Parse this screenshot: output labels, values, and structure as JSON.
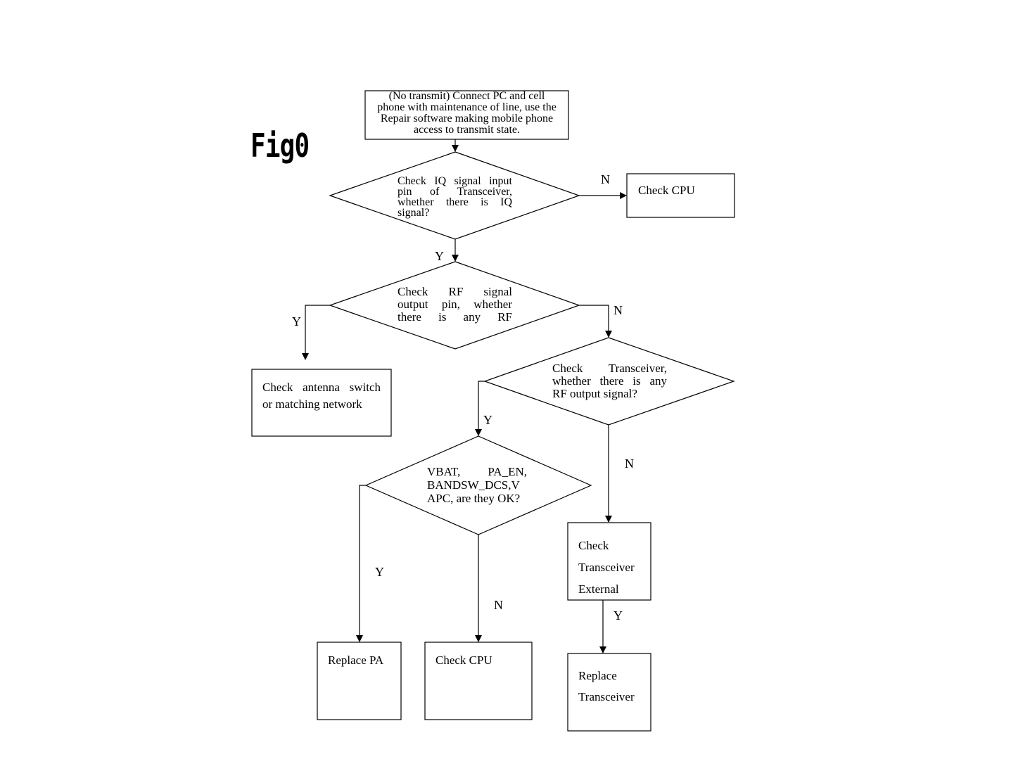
{
  "figure": {
    "fig_label": "Fig0"
  },
  "nodes": {
    "start": {
      "lines": [
        "(No transmit) Connect PC and cell",
        "phone with maintenance of line, use the",
        "Repair software making mobile phone",
        "access to transmit state."
      ]
    },
    "d1": {
      "lines": [
        "Check IQ signal input",
        "pin of Transceiver,",
        "whether there is IQ",
        "signal?"
      ]
    },
    "check_cpu_1": {
      "label": "Check CPU"
    },
    "d2": {
      "lines": [
        "Check RF signal",
        "output pin, whether",
        "there is any RF"
      ]
    },
    "antenna": {
      "lines": [
        "Check antenna switch",
        "or matching network"
      ]
    },
    "d3": {
      "lines": [
        "Check Transceiver,",
        "whether there is any",
        "RF output signal?"
      ]
    },
    "d4": {
      "lines": [
        "VBAT, PA_EN,",
        "BANDSW_DCS,V",
        "APC, are they OK?"
      ]
    },
    "ext": {
      "lines": [
        "Check",
        "Transceiver",
        "External"
      ]
    },
    "replace_pa": {
      "label": "Replace PA"
    },
    "check_cpu_2": {
      "label": "Check CPU"
    },
    "replace_trx": {
      "lines": [
        "Replace",
        "Transceiver"
      ]
    }
  },
  "edge_labels": {
    "d1_no": "N",
    "d1_yes": "Y",
    "d2_no": "N",
    "d2_yes": "Y",
    "d3_yes": "Y",
    "d3_no": "N",
    "d4_yes": "Y",
    "d4_no": "N",
    "ext_yes": "Y"
  }
}
